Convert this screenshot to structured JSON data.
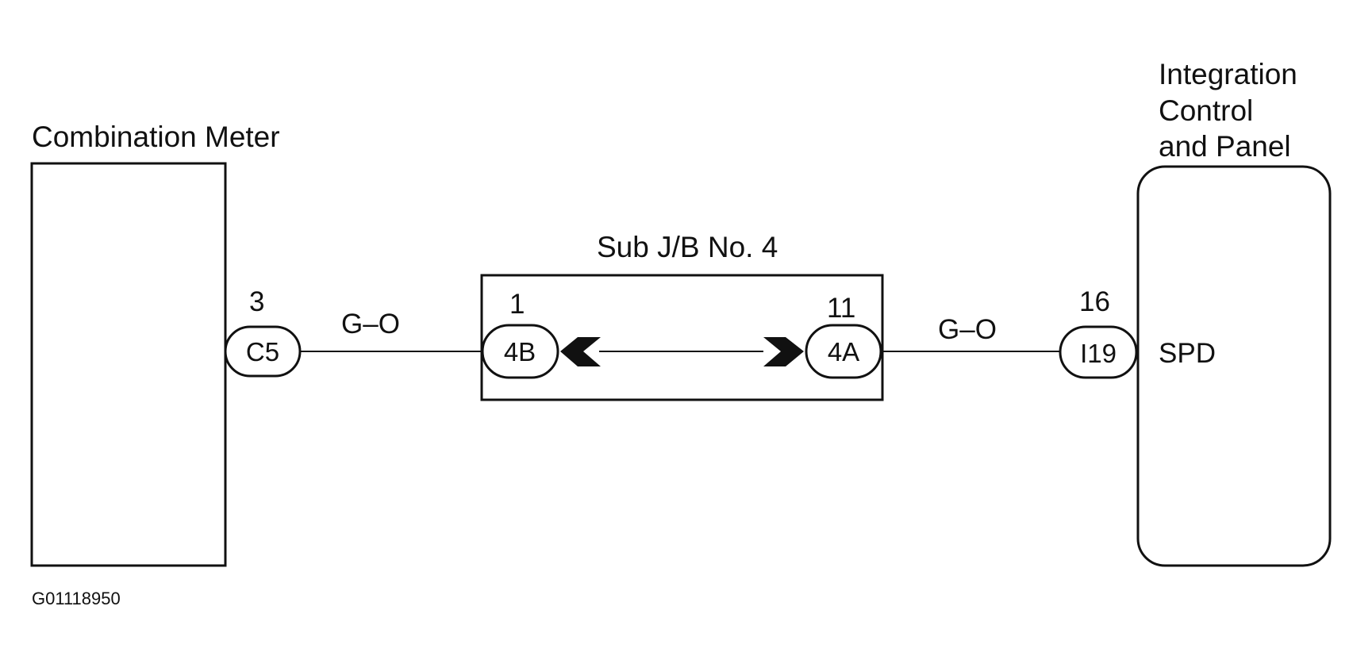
{
  "components": {
    "combination_meter": {
      "label": "Combination Meter"
    },
    "junction_box": {
      "label": "Sub J/B No. 4"
    },
    "integration_control": {
      "label_lines": [
        "Integration",
        "Control",
        "and Panel"
      ],
      "terminal_label": "SPD"
    }
  },
  "connectors": {
    "c5": {
      "code": "C5",
      "pin": "3"
    },
    "jb_4b": {
      "code": "4B",
      "pin": "1"
    },
    "jb_4a": {
      "code": "4A",
      "pin": "11"
    },
    "i19": {
      "code": "I19",
      "pin": "16"
    }
  },
  "wires": {
    "left": {
      "color_code": "G–O"
    },
    "right": {
      "color_code": "G–O"
    }
  },
  "figure_id": "G01118950",
  "colors": {
    "ink": "#111111",
    "background": "#ffffff"
  }
}
